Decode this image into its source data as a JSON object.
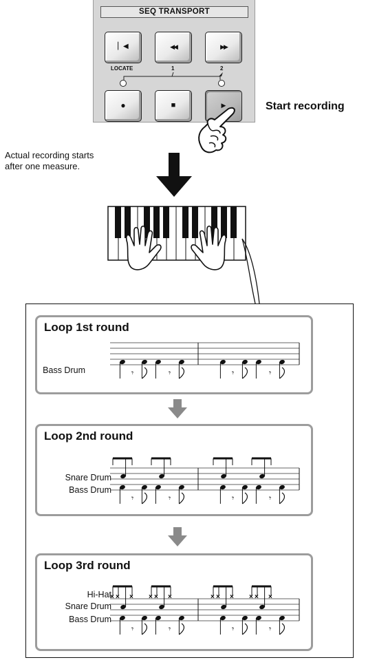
{
  "transport": {
    "title": "SEQ TRANSPORT",
    "buttons": [
      {
        "name": "top-button",
        "glyph": "⏮",
        "icon": "top-icon"
      },
      {
        "name": "rewind-button",
        "glyph": "◀◀",
        "icon": "rewind-icon"
      },
      {
        "name": "fast-forward-button",
        "glyph": "▶▶",
        "icon": "fast-forward-icon"
      },
      {
        "name": "record-button",
        "glyph": "●",
        "icon": "record-icon"
      },
      {
        "name": "stop-button",
        "glyph": "■",
        "icon": "stop-icon"
      },
      {
        "name": "play-button",
        "glyph": "▶",
        "icon": "play-icon",
        "pressed": true
      }
    ],
    "locate_label": "LOCATE",
    "locate_1": "1",
    "locate_2": "2"
  },
  "start_recording_label": "Start recording",
  "caption_line1": "Actual recording starts",
  "caption_line2": "after one measure.",
  "loops": [
    {
      "title": "Loop 1st round",
      "tracks": [
        "Bass Drum"
      ]
    },
    {
      "title": "Loop 2nd round",
      "tracks": [
        "Snare Drum",
        "Bass Drum"
      ]
    },
    {
      "title": "Loop 3rd round",
      "tracks": [
        "Hi-Hat",
        "Snare Drum",
        "Bass Drum"
      ]
    }
  ],
  "colors": {
    "panel": "#d6d6d6",
    "loop_border": "#9c9c9c",
    "arrow": "#111111",
    "small_arrow": "#8a8a8a"
  }
}
